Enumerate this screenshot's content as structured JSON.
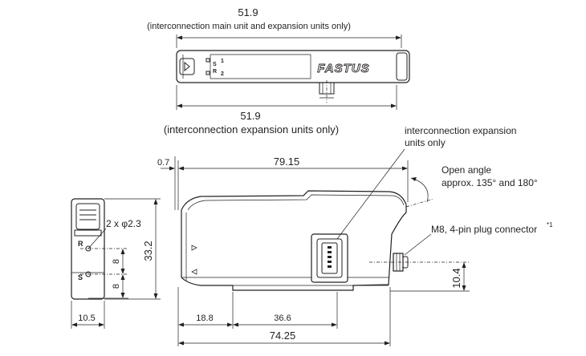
{
  "top_view": {
    "width_value": "51.9",
    "width_note": "(interconnection main unit and expansion units only)",
    "width_value_2": "51.9",
    "width_note_2": "(interconnection expansion units only)",
    "indicator_s": "S",
    "indicator_r": "R",
    "channel_1": "1",
    "channel_2": "2",
    "brand": "FASTUS"
  },
  "side_view": {
    "offset": "0.7",
    "length": "79.15",
    "bottom_length": "74.25",
    "seg_a": "18.8",
    "seg_b": "36.6",
    "connector_height": "10.4",
    "expansion_label_line1": "interconnection expansion",
    "expansion_label_line2": "units only",
    "open_angle_line1": "Open angle",
    "open_angle_line2": "approx. 135° and 180°",
    "connector_label": "M8, 4-pin plug connector",
    "connector_footnote": "*1"
  },
  "front_view": {
    "height": "33.2",
    "width": "10.5",
    "hole_label": "2 x φ2.3",
    "pitch_1": "8",
    "pitch_2": "8",
    "label_r": "R",
    "label_s": "S"
  }
}
